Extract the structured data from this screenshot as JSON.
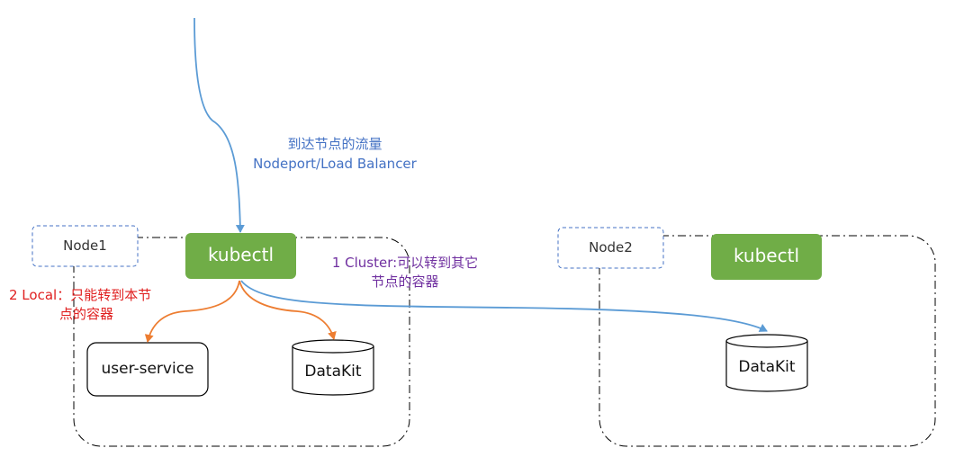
{
  "ingress": {
    "line1": "到达节点的流量",
    "line2": "Nodeport/Load Balancer"
  },
  "node1": {
    "label": "Node1",
    "kubectl": "kubectl",
    "user_service": "user-service",
    "datakit": "DataKit"
  },
  "node2": {
    "label": "Node2",
    "kubectl": "kubectl",
    "datakit": "DataKit"
  },
  "policy_local": {
    "line1": "2 Local：只能转到本节",
    "line2": "点的容器"
  },
  "policy_cluster": {
    "line1": "1 Cluster:可以转到其它",
    "line2": "节点的容器"
  },
  "colors": {
    "kubectl_fill": "#70ad47",
    "traffic_arrow": "#5b9bd5",
    "local_arrow": "#ed7d31",
    "local_text": "#e02020",
    "cluster_text": "#7030a0",
    "ingress_text": "#4472c4"
  }
}
